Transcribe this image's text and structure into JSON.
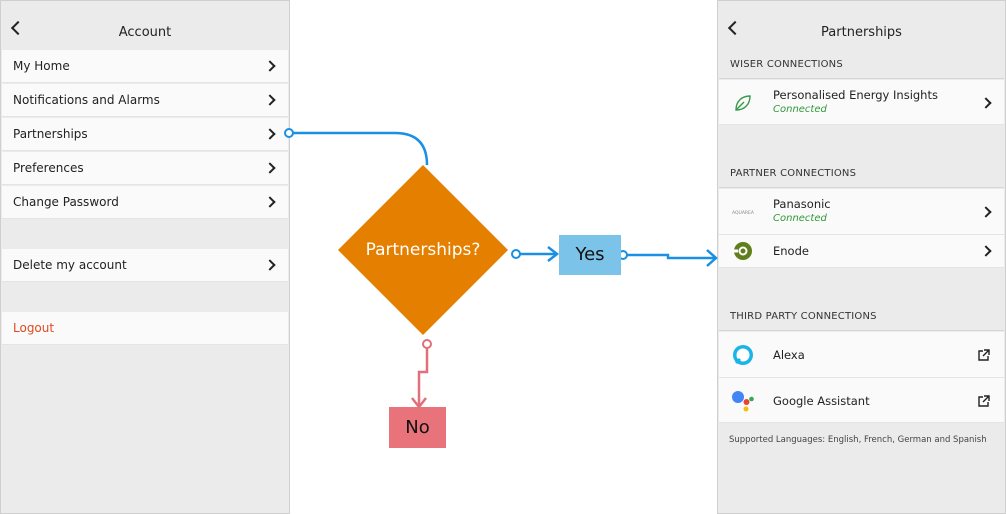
{
  "left_screen": {
    "title": "Account",
    "menu": [
      {
        "label": "My Home"
      },
      {
        "label": "Notifications and Alarms"
      },
      {
        "label": "Partnerships"
      },
      {
        "label": "Preferences"
      },
      {
        "label": "Change Password"
      }
    ],
    "delete_label": "Delete my account",
    "logout_label": "Logout"
  },
  "flow": {
    "decision_label": "Partnerships?",
    "yes_label": "Yes",
    "no_label": "No",
    "colors": {
      "decision": "#e57f00",
      "yes": "#7cc3ea",
      "no": "#e8737a",
      "yes_arrow": "#1a8fe3",
      "no_arrow": "#e0707a"
    }
  },
  "right_screen": {
    "title": "Partnerships",
    "wiser_header": "WISER CONNECTIONS",
    "wiser_items": [
      {
        "title": "Personalised Energy Insights",
        "status": "Connected",
        "icon": "leaf-icon"
      }
    ],
    "partner_header": "PARTNER CONNECTIONS",
    "partner_items": [
      {
        "title": "Panasonic",
        "status": "Connected",
        "icon": "panasonic-logo-icon",
        "logo_text": "AQUAREA"
      },
      {
        "title": "Enode",
        "status": "",
        "icon": "enode-icon"
      }
    ],
    "third_party_header": "THIRD PARTY CONNECTIONS",
    "third_party_items": [
      {
        "title": "Alexa",
        "icon": "alexa-icon"
      },
      {
        "title": "Google Assistant",
        "icon": "google-assistant-icon"
      }
    ],
    "footnote": "Supported Languages: English, French, German and Spanish"
  }
}
